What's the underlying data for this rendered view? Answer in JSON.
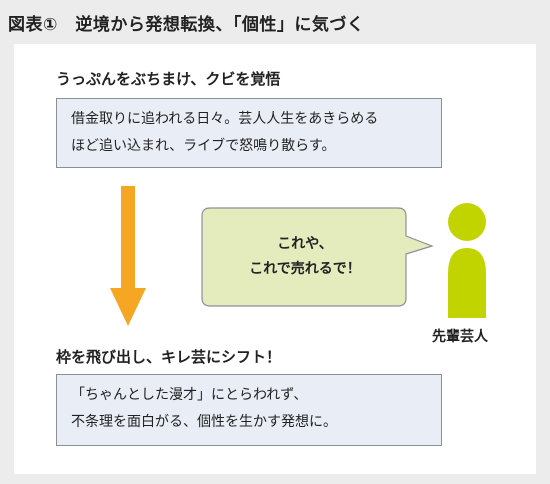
{
  "title": "図表①　逆境から発想転換、「個性」に気づく",
  "step1": {
    "heading": "うっぷんをぶちまけ、クビを覚悟",
    "lines": [
      "借金取りに追われる日々。芸人人生をあきらめる",
      "ほど追い込まれ、ライブで怒鳴り散らす。"
    ]
  },
  "bubble": {
    "lines": [
      "これや、",
      "これで売れるで！"
    ]
  },
  "person": {
    "label": "先輩芸人"
  },
  "step2": {
    "heading": "枠を飛び出し、キレ芸にシフト！",
    "lines": [
      "「ちゃんとした漫才」にとらわれず、",
      "不条理を面白がる、個性を生かす発想に。"
    ]
  },
  "colors": {
    "arrow": "#f5a623",
    "bubble_fill": "#e4ecbe",
    "person": "#c2d400",
    "box_fill": "#e9eef6"
  }
}
